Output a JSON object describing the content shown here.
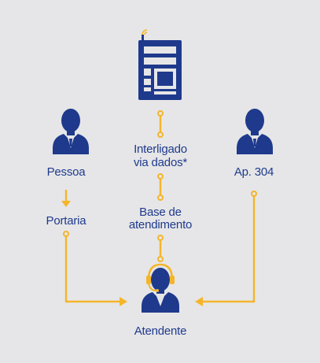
{
  "diagram": {
    "labels": {
      "pessoa": "Pessoa",
      "portaria": "Portaria",
      "interligado_1": "Interligado",
      "interligado_2": "via dados*",
      "base_1": "Base de",
      "base_2": "atendimento",
      "apartamento": "Ap. 304",
      "atendente": "Atendente"
    },
    "icons": {
      "panel": "intercom-panel-icon",
      "person_left": "person-icon",
      "person_right": "person-icon",
      "attendant": "headset-attendant-icon"
    },
    "colors": {
      "background": "#e6e6e8",
      "navy": "#1f3a8c",
      "connector": "#f4b52a"
    }
  }
}
